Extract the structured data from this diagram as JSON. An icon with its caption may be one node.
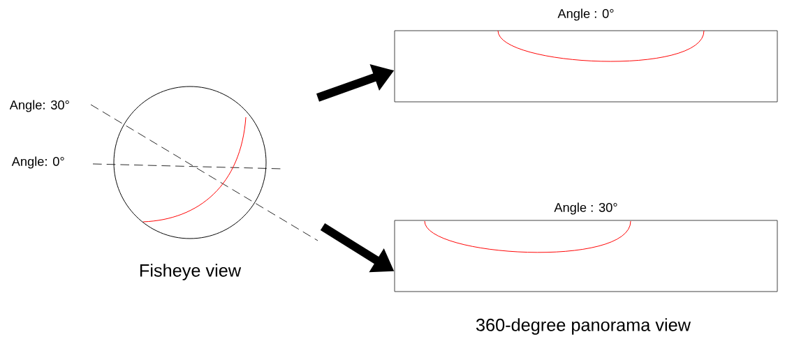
{
  "diagram": {
    "nodes": [
      {
        "text": [],
        "shape": "circle",
        "beside": [
          "Fisheye view"
        ]
      },
      {
        "text": [
          "Angle : 0°"
        ]
      },
      {
        "text": [
          "Angle : 30°"
        ]
      }
    ],
    "edges": [
      {
        "from": null,
        "to": 1,
        "arrow": "to"
      },
      {
        "from": null,
        "to": 2,
        "arrow": "to"
      }
    ],
    "labels": [
      "Angle: 30°",
      "Angle: 0°",
      "360-degree panorama view"
    ]
  }
}
